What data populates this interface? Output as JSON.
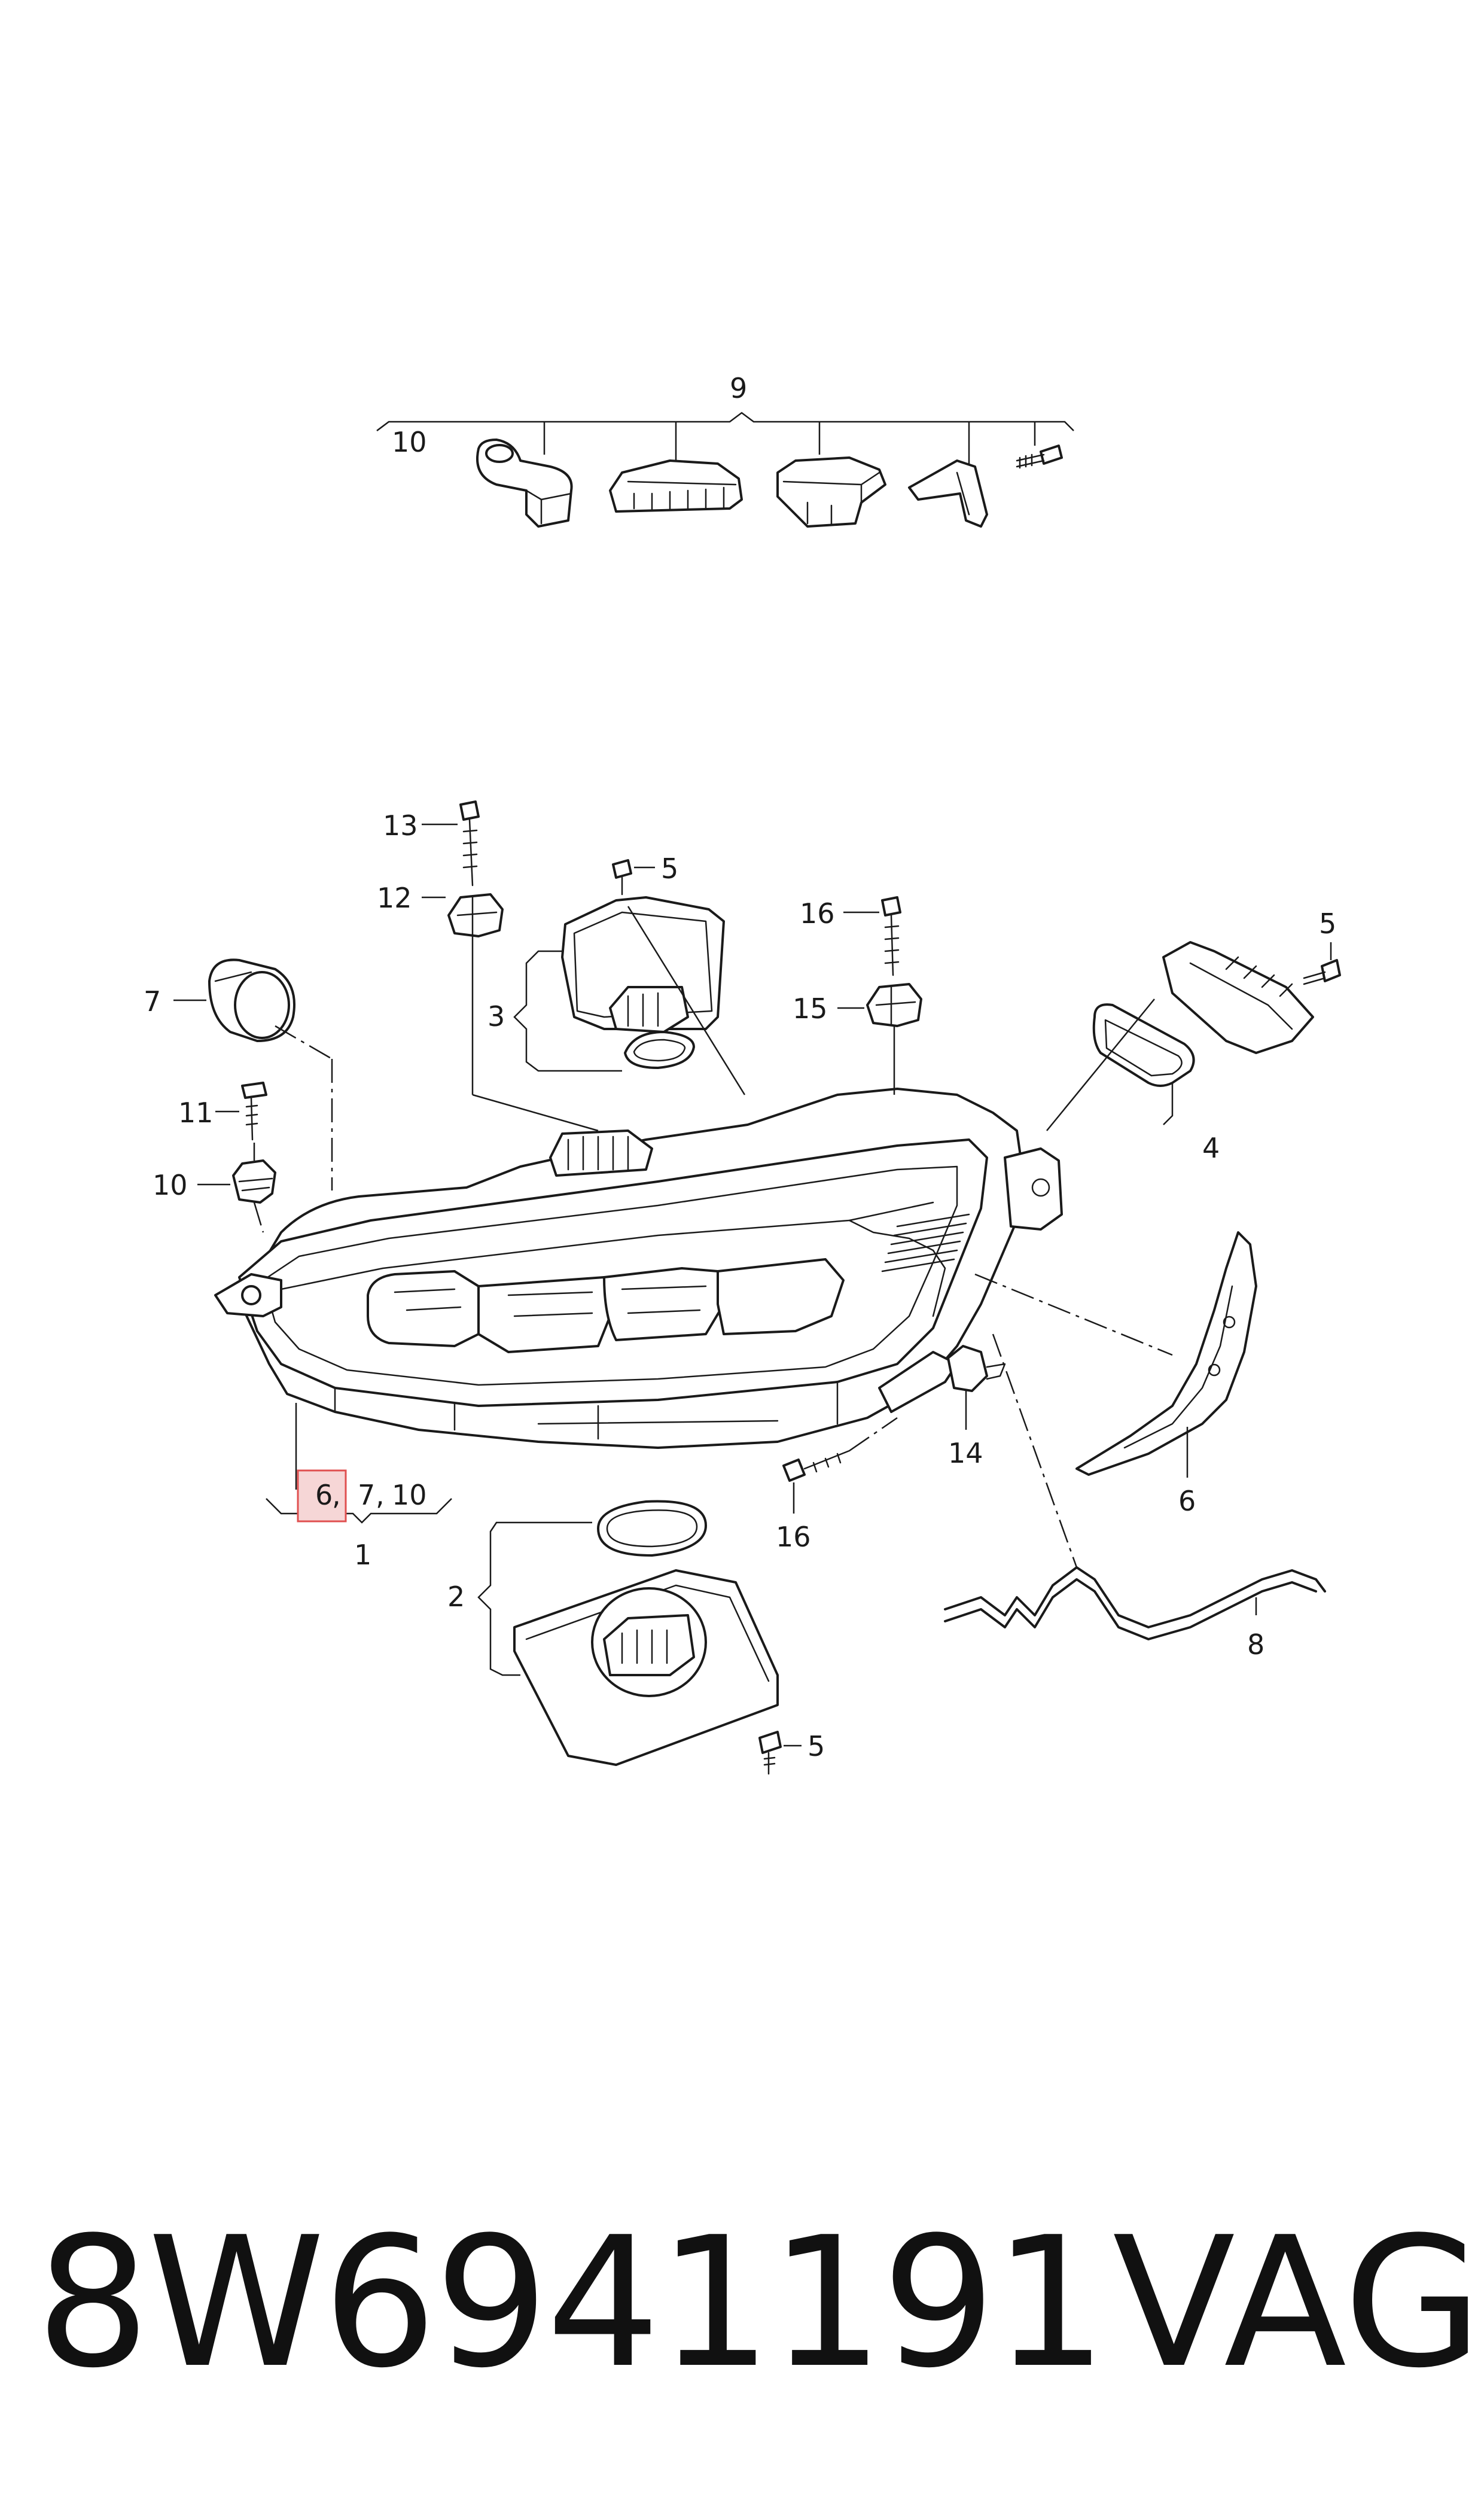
{
  "callouts": {
    "c1": "1",
    "c2": "2",
    "c3": "3",
    "c4": "4",
    "c5a": "5",
    "c5b": "5",
    "c5c": "5",
    "c6a": "6",
    "c6b": "6",
    "c7a": "7",
    "c7b": "7",
    "c8": "8",
    "c9": "9",
    "c10a": "10",
    "c10b": "10",
    "c10c": "10",
    "c11": "11",
    "c12": "12",
    "c13": "13",
    "c14": "14",
    "c15": "15",
    "c16a": "16",
    "c16b": "16",
    "comma1": ",",
    "comma2": ","
  },
  "footer": {
    "part_number": "8W6941191",
    "brand": "VAG"
  },
  "highlight_color": "#e05050"
}
